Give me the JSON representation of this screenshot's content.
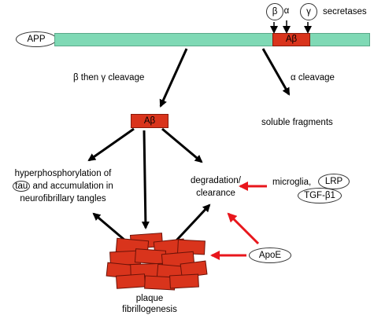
{
  "top": {
    "secretase_beta": "β",
    "secretase_alpha": "α",
    "secretase_gamma": "γ",
    "secretases_label": "secretases",
    "app_label": "APP",
    "abeta_bar_label": "Aβ"
  },
  "paths": {
    "left_cleavage": "β then γ cleavage",
    "right_cleavage": "α cleavage",
    "soluble": "soluble fragments",
    "abeta_mid": "Aβ"
  },
  "outcomes": {
    "hyper_line1": "hyperphosphorylation of",
    "hyper_tau": "tau",
    "hyper_line2_rest": " and accumulation in",
    "hyper_line3": "neurofibrillary tangles",
    "degradation_line1": "degradation/",
    "degradation_line2": "clearance",
    "plaque_line1": "plaque",
    "plaque_line2": "fibrillogenesis"
  },
  "modulators": {
    "microglia": "microglia,",
    "lrp": "LRP",
    "tgf": "TGF-β1",
    "apoe": "ApoE"
  },
  "colors": {
    "bar": "#7fd9b5",
    "abeta": "#d9341c",
    "red_arrow": "#e8161c",
    "black_arrow": "#000000"
  }
}
